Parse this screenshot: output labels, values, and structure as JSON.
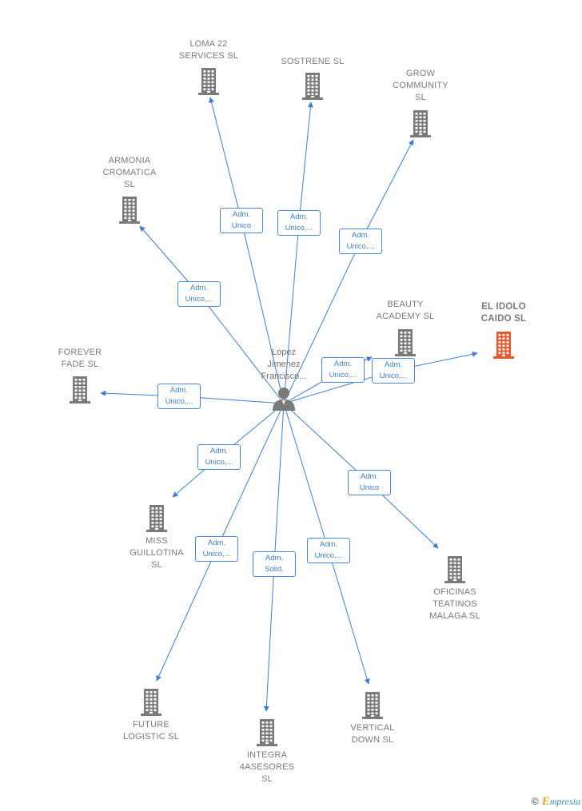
{
  "colors": {
    "edge": "#3a7fd5",
    "building": "#7a7a7a",
    "highlight": "#e8562b",
    "badge_text": "#3c7ec8"
  },
  "center": {
    "name": "Lopez\nJimenez\nFrancisco...",
    "icon": "person-icon"
  },
  "companies": [
    {
      "id": "loma",
      "name": "LOMA 22\nSERVICES SL",
      "role": "Adm.\nUnico"
    },
    {
      "id": "sostrene",
      "name": "SOSTRENE  SL",
      "role": "Adm.\nUnico,..."
    },
    {
      "id": "grow",
      "name": "GROW\nCOMMUNITY\nSL",
      "role": "Adm.\nUnico,..."
    },
    {
      "id": "armonia",
      "name": "ARMONIA\nCROMATICA\nSL",
      "role": "Adm.\nUnico,..."
    },
    {
      "id": "beauty",
      "name": "BEAUTY\nACADEMY SL",
      "role": "Adm.\nUnico,..."
    },
    {
      "id": "idolo",
      "name": "EL IDOLO\nCAIDO  SL",
      "role": "Adm.\nUnico,...",
      "highlight": true
    },
    {
      "id": "forever",
      "name": "FOREVER\nFADE  SL",
      "role": "Adm.\nUnico,..."
    },
    {
      "id": "miss",
      "name": "MISS\nGUILLOTINA\nSL",
      "role": "Adm.\nUnico,..."
    },
    {
      "id": "oficinas",
      "name": "OFICINAS\nTEATINOS\nMALAGA SL",
      "role": "Adm.\nUnico"
    },
    {
      "id": "future",
      "name": "FUTURE\nLOGISTIC  SL",
      "role": "Adm.\nUnico,..."
    },
    {
      "id": "integra",
      "name": "INTEGRA\n4ASESORES\nSL",
      "role": "Adm.\nSolid."
    },
    {
      "id": "vertical",
      "name": "VERTICAL\nDOWN  SL",
      "role": "Adm.\nUnico,..."
    }
  ],
  "credit": {
    "symbol": "©",
    "initial": "E",
    "brand": "mpresia"
  }
}
